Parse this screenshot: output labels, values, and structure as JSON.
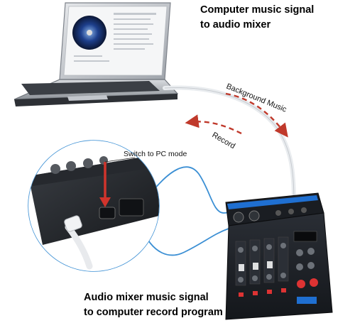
{
  "captions": {
    "top_line1": "Computer music signal",
    "top_line2": "to audio mixer",
    "bottom_line1": "Audio mixer music signal",
    "bottom_line2": "to computer record program"
  },
  "arrows": {
    "background_music": "Background Music",
    "record": "Record"
  },
  "callout": {
    "switch_mode": "Switch to PC mode"
  },
  "colors": {
    "arrow_red": "#c0392b",
    "cable_blue": "#3b8fd4",
    "mixer_body": "#1c1f24",
    "panel_blue": "#1f6fd1",
    "laptop_silver": "#c9ccd1"
  },
  "icons": {
    "arrow": "curved-dashed-arrow",
    "callout_arrow": "down-arrow"
  }
}
